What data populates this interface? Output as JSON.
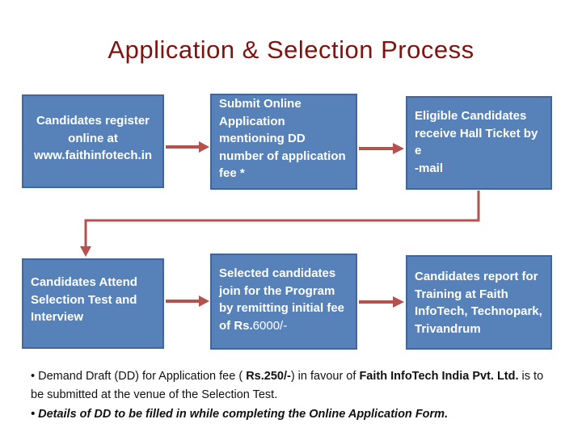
{
  "title": "Application & Selection Process",
  "colors": {
    "title_color": "#7e1410",
    "box_fill": "#5781b9",
    "box_border": "#41659c",
    "box_text": "#ffffff",
    "arrow_color": "#b5524e",
    "body_text": "#111111"
  },
  "boxes": [
    {
      "id": "register-online",
      "text": "Candidates register\nonline at\nwww.faithinfotech.in"
    },
    {
      "id": "submit-application",
      "text": "Submit Online\nApplication\nmentioning DD\nnumber of application\nfee *"
    },
    {
      "id": "hall-ticket",
      "text": "Eligible Candidates\nreceive Hall Ticket by e\n-mail"
    },
    {
      "id": "selection-test",
      "text": "Candidates Attend\nSelection Test and\nInterview"
    },
    {
      "id": "join-program",
      "text": "Selected candidates\njoin for the Program\nby remitting initial fee\nof Rs.",
      "amount": "6000/-"
    },
    {
      "id": "report-training",
      "text": "Candidates report for\nTraining at Faith\nInfoTech, Technopark,\nTrivandrum"
    }
  ],
  "notes": {
    "bullet1_segments": [
      {
        "text": "• Demand Draft (DD) for Application fee ( ",
        "bold": false
      },
      {
        "text": "Rs.250/-",
        "bold": true
      },
      {
        "text": ") in favour of ",
        "bold": false
      },
      {
        "text": "Faith InfoTech India Pvt. Ltd.",
        "bold": true
      },
      {
        "text": " is to be submitted at the venue of the Selection Test.",
        "bold": false
      }
    ],
    "bullet2": "• Details of DD to be filled in while completing the Online Application Form."
  }
}
